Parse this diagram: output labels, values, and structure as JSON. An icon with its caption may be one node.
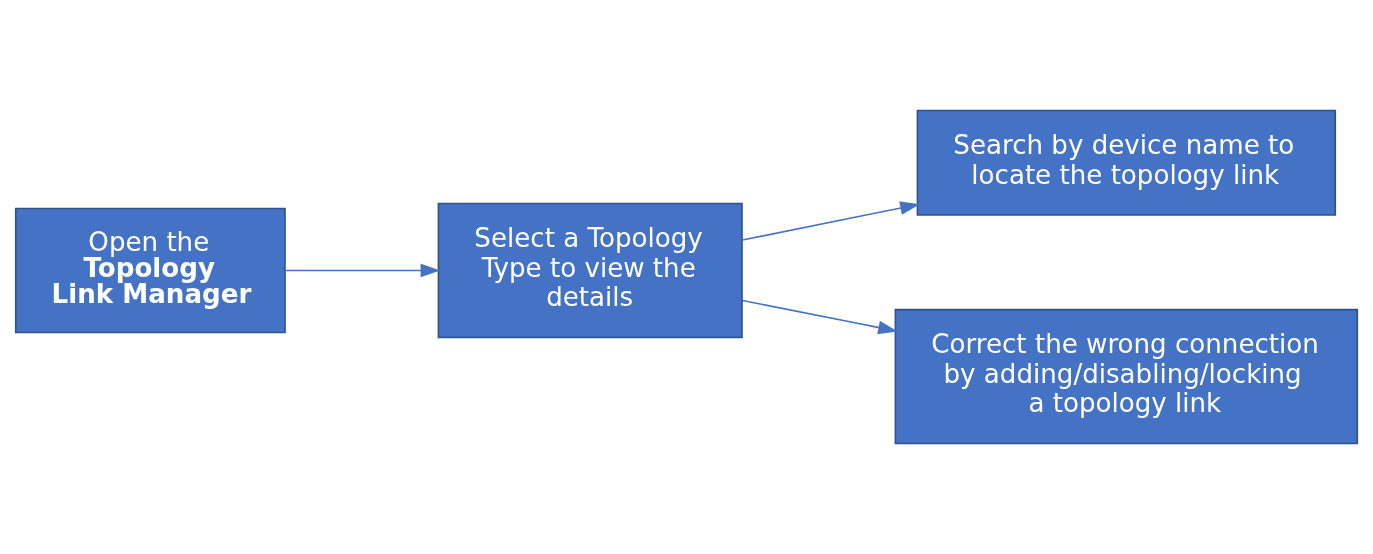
{
  "diagram": {
    "nodes": [
      {
        "text": [
          "Open the **Topology Link Manager**"
        ]
      },
      {
        "text": [
          "Select a Topology Type to view the details"
        ]
      },
      {
        "text": [
          "Search by device name to locate the topology link"
        ]
      },
      {
        "text": [
          "Correct the wrong connection by adding/disabling/locking a topology link"
        ]
      }
    ],
    "edges": [
      {
        "from": 0,
        "to": 1,
        "arrow": "to"
      },
      {
        "from": 1,
        "to": 2,
        "arrow": "to"
      },
      {
        "from": 1,
        "to": 3,
        "arrow": "to"
      }
    ]
  }
}
